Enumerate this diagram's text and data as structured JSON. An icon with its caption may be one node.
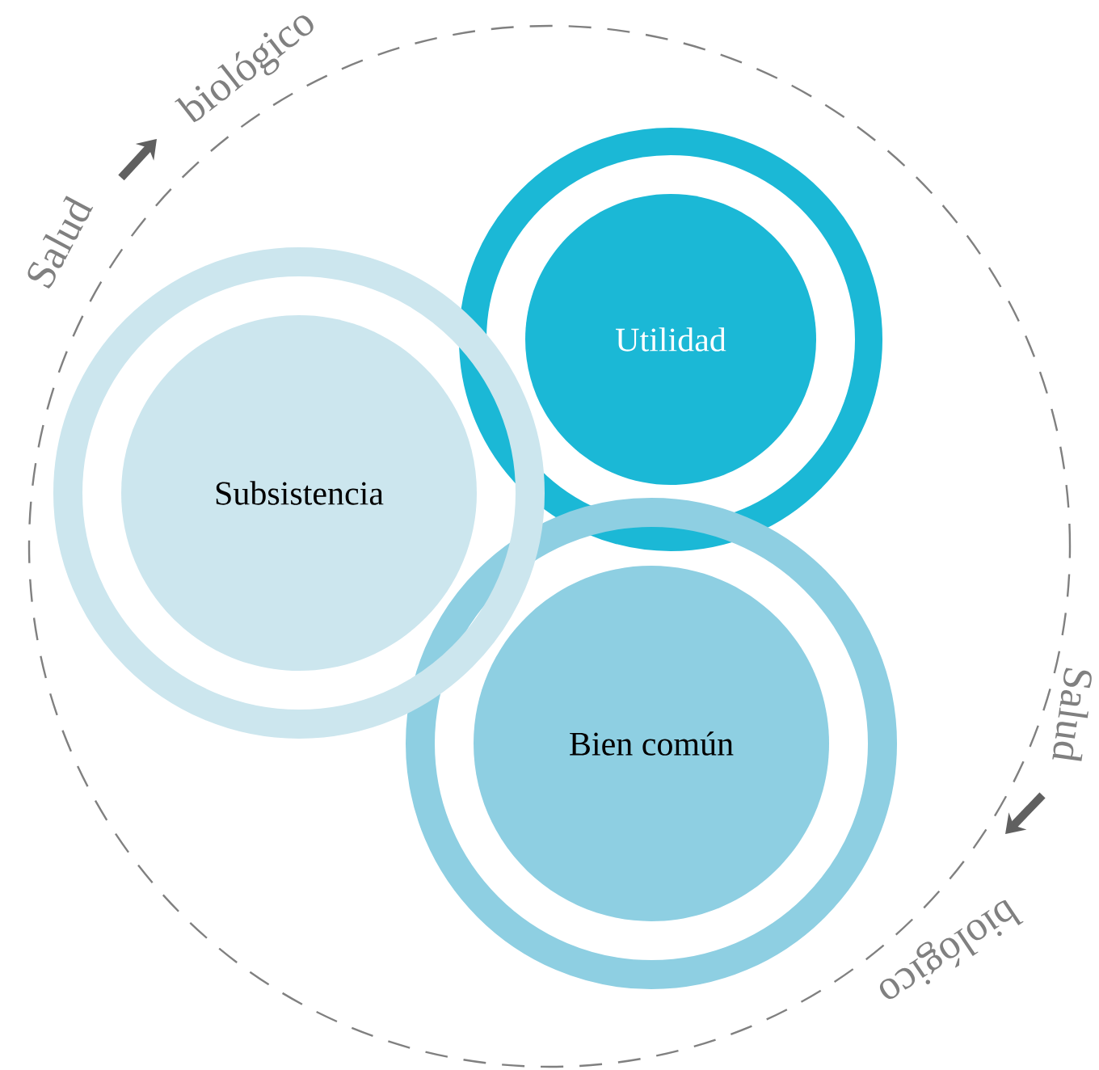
{
  "diagram": {
    "nodes": [
      {
        "text": [
          "Subsistencia"
        ]
      },
      {
        "text": [
          "Utilidad"
        ]
      },
      {
        "text": [
          "Bien común"
        ]
      }
    ],
    "labels": [
      "Salud",
      "biológico",
      "Salud",
      "biológico"
    ]
  }
}
